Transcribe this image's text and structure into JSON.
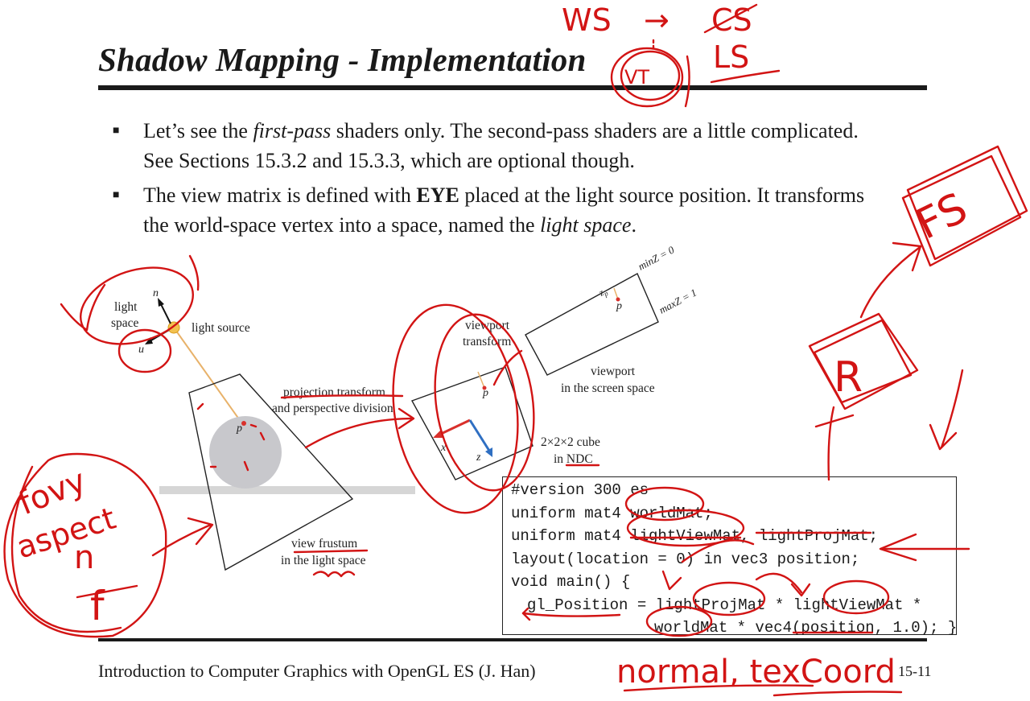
{
  "slide": {
    "title": "Shadow Mapping - Implementation",
    "bullets": [
      {
        "parts": [
          {
            "text": "Let’s see the ",
            "style": "normal"
          },
          {
            "text": "first-pass",
            "style": "italic"
          },
          {
            "text": " shaders only. The second-pass shaders are a little complicated. See Sections 15.3.2 and 15.3.3, which are optional though.",
            "style": "normal"
          }
        ]
      },
      {
        "parts": [
          {
            "text": "The view matrix is defined with ",
            "style": "normal"
          },
          {
            "text": "EYE",
            "style": "bold"
          },
          {
            "text": " placed at the light source position. It transforms the world-space vertex into a space, named the ",
            "style": "normal"
          },
          {
            "text": "light space",
            "style": "italic"
          },
          {
            "text": ".",
            "style": "normal"
          }
        ]
      }
    ],
    "footer": "Introduction to Computer Graphics with OpenGL ES (J. Han)",
    "page_number": "15-11"
  },
  "diagram": {
    "light_space_label_1": "light",
    "light_space_label_2": "space",
    "axis_n": "n",
    "axis_u": "u",
    "light_source": "light source",
    "point_p": "p",
    "projection_label_1": "projection transform",
    "projection_label_2": "and perspective division",
    "view_frustum_1": "view frustum",
    "view_frustum_2": "in the light space",
    "axis_x": "x",
    "axis_z": "z",
    "cube_label_1": "2×2×2 cube",
    "cube_label_2": "in NDC",
    "viewport_transform_1": "viewport",
    "viewport_transform_2": "transform",
    "viewport_label_1": "viewport",
    "viewport_label_2": "in the screen space",
    "zp": "z",
    "zp_sub": "p",
    "minZ": "minZ = 0",
    "maxZ": "maxZ = 1"
  },
  "code": {
    "lines": [
      "#version 300 es",
      "uniform mat4 worldMat;",
      "uniform mat4 lightViewMat, lightProjMat;",
      "layout(location = 0) in vec3 position;",
      "void main() {",
      "gl_Position = lightProjMat * lightViewMat *",
      "worldMat * vec4(position, 1.0); }"
    ]
  },
  "annotations": {
    "ws": "WS",
    "arrow": "→",
    "cs": "CS",
    "ls": "LS",
    "vt": "VT",
    "fs": "FS",
    "r": "R",
    "fovy": "fovy",
    "aspect": "aspect",
    "n": "n",
    "f": "f",
    "normal_texcoord": "normal, texCoord"
  },
  "colors": {
    "ink": "#d21414",
    "axis_x": "#d9302b",
    "axis_z": "#2f6fc2",
    "light_ray": "#e8b26a",
    "sphere": "#c8c8cc",
    "floor": "#d6d6d6"
  }
}
